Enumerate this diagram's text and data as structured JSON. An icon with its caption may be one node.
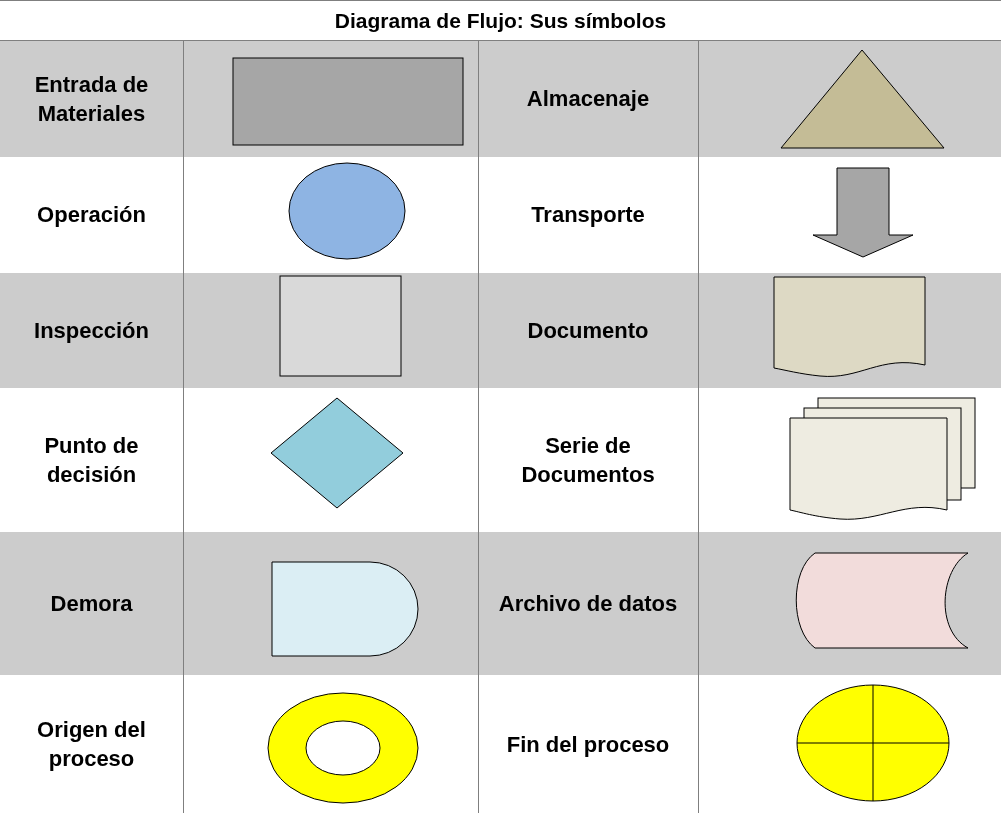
{
  "diagram": {
    "title": "Diagrama de Flujo: Sus símbolos",
    "labels": [
      "Entrada de Materiales",
      "Almacenaje",
      "Operación",
      "Transporte",
      "Inspección",
      "Documento",
      "Punto de decisión",
      "Serie de Documentos",
      "Demora",
      "Archivo de datos",
      "Origen del proceso",
      "Fin del proceso"
    ]
  }
}
